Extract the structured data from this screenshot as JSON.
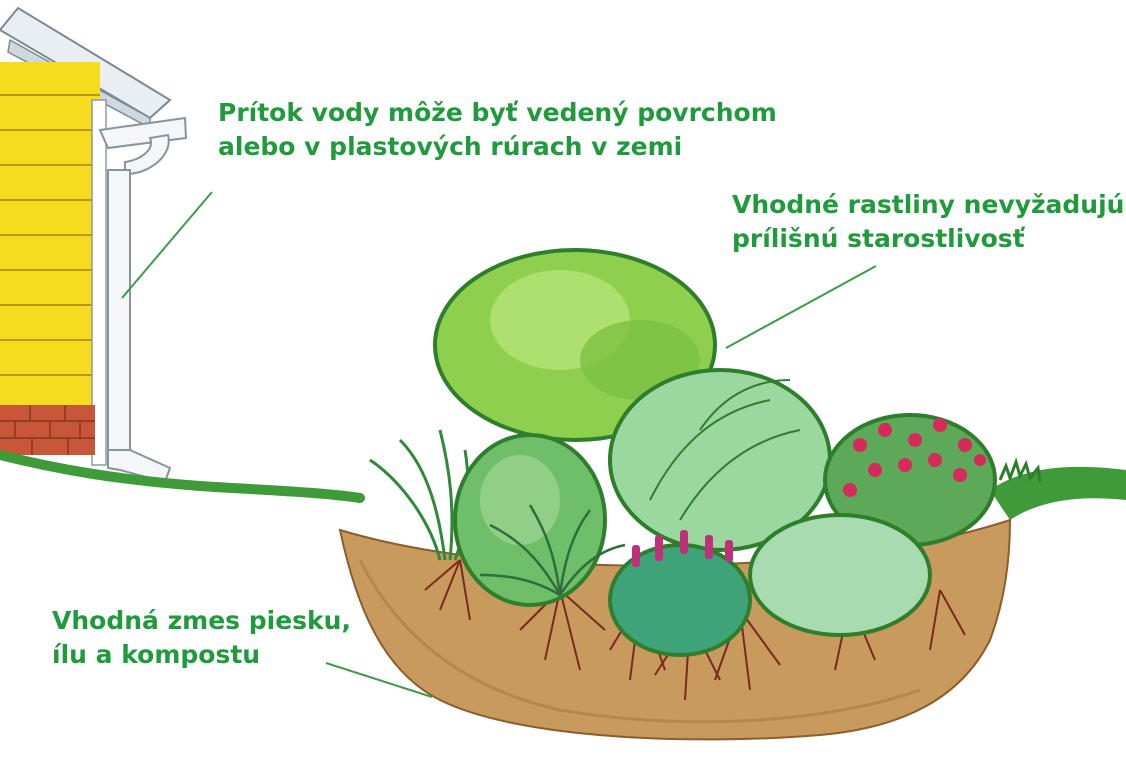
{
  "labels": {
    "water_inflow": {
      "line1": "Prítok vody môže byť vedený povrchom",
      "line2": "alebo v plastových rúrach v zemi"
    },
    "plants": {
      "line1": "Vhodné rastliny nevyžadujú",
      "line2": "prílišnú starostlivosť"
    },
    "soil": {
      "line1": "Vhodná zmes piesku,",
      "line2": "ílu a kompostu"
    }
  },
  "colors": {
    "label_text": "#1f9a3c",
    "leader_line": "#3d9c4a",
    "house_siding": "#f5dc1f",
    "brick": "#c8573a",
    "soil": "#c89a5e",
    "grass": "#3f9a3a",
    "flower_red": "#d62a5a",
    "flower_magenta": "#c0307a"
  }
}
